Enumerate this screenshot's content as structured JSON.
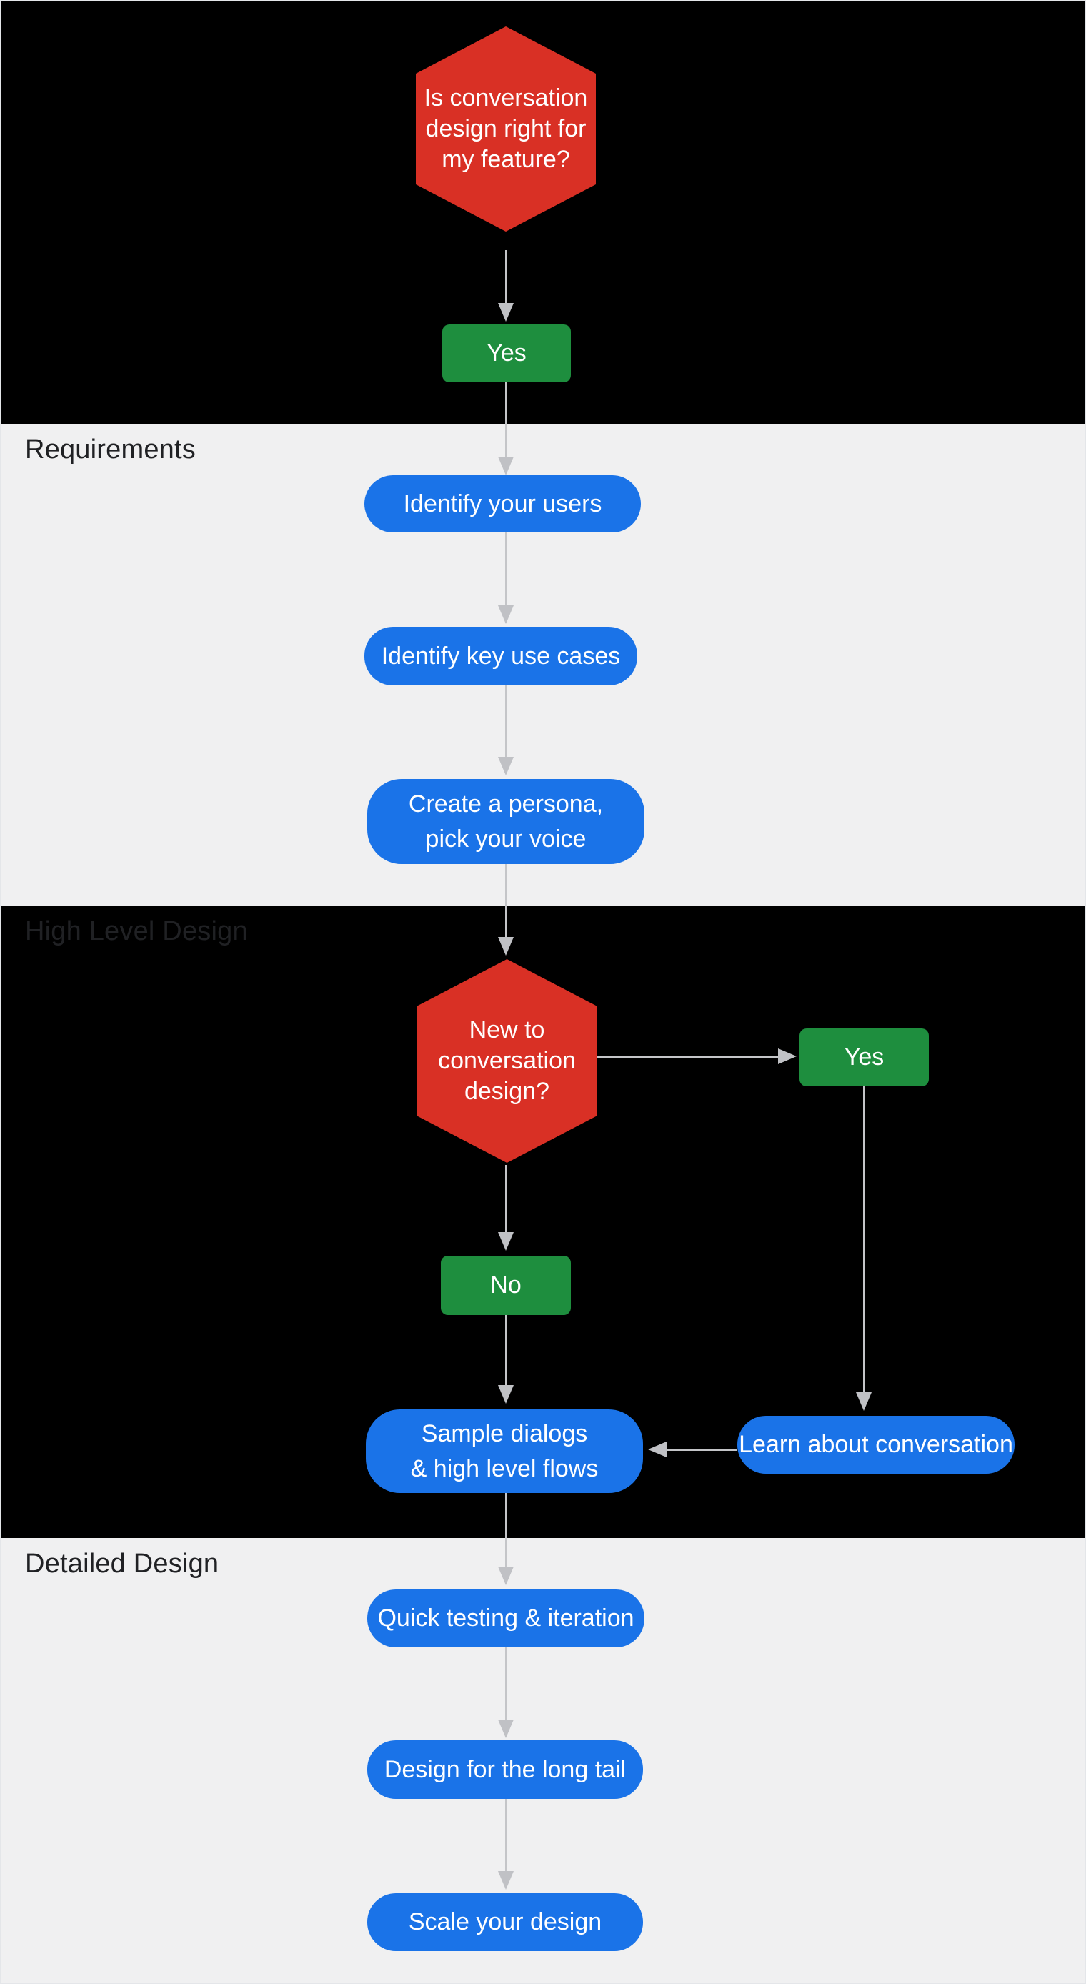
{
  "sections": {
    "intro": {
      "label": ""
    },
    "requirements": {
      "label": "Requirements"
    },
    "high_level": {
      "label": "High Level Design"
    },
    "detailed": {
      "label": "Detailed Design"
    }
  },
  "nodes": {
    "q1": {
      "text": "Is conversation\ndesign right for\nmy feature?",
      "type": "decision"
    },
    "yes1": {
      "text": "Yes",
      "type": "answer"
    },
    "identify_users": {
      "text": "Identify your users",
      "type": "step"
    },
    "identify_use_cases": {
      "text": "Identify key use cases",
      "type": "step"
    },
    "create_persona": {
      "text": "Create a persona,\npick your voice",
      "type": "step"
    },
    "q2": {
      "text": "New to\nconversation\ndesign?",
      "type": "decision"
    },
    "yes2": {
      "text": "Yes",
      "type": "answer"
    },
    "no1": {
      "text": "No",
      "type": "answer"
    },
    "sample_dialogs": {
      "text": "Sample dialogs\n& high level flows",
      "type": "step"
    },
    "learn": {
      "text": "Learn about conversation",
      "type": "step"
    },
    "quick_testing": {
      "text": "Quick testing & iteration",
      "type": "step"
    },
    "long_tail": {
      "text": "Design for the long tail",
      "type": "step"
    },
    "scale": {
      "text": "Scale your design",
      "type": "step"
    }
  },
  "edges": [
    {
      "from": "q1",
      "to": "yes1"
    },
    {
      "from": "yes1",
      "to": "identify_users"
    },
    {
      "from": "identify_users",
      "to": "identify_use_cases"
    },
    {
      "from": "identify_use_cases",
      "to": "create_persona"
    },
    {
      "from": "create_persona",
      "to": "q2"
    },
    {
      "from": "q2",
      "to": "yes2"
    },
    {
      "from": "q2",
      "to": "no1"
    },
    {
      "from": "yes2",
      "to": "learn"
    },
    {
      "from": "learn",
      "to": "sample_dialogs"
    },
    {
      "from": "no1",
      "to": "sample_dialogs"
    },
    {
      "from": "sample_dialogs",
      "to": "quick_testing"
    },
    {
      "from": "quick_testing",
      "to": "long_tail"
    },
    {
      "from": "long_tail",
      "to": "scale"
    }
  ],
  "colors": {
    "decision_red": "#D93025",
    "step_blue": "#1A73E8",
    "answer_green": "#1E8E3E",
    "section_light": "#F0F0F1",
    "section_dark": "#000000",
    "label_text": "#202124",
    "arrow_gray": "#C4C5C8"
  }
}
